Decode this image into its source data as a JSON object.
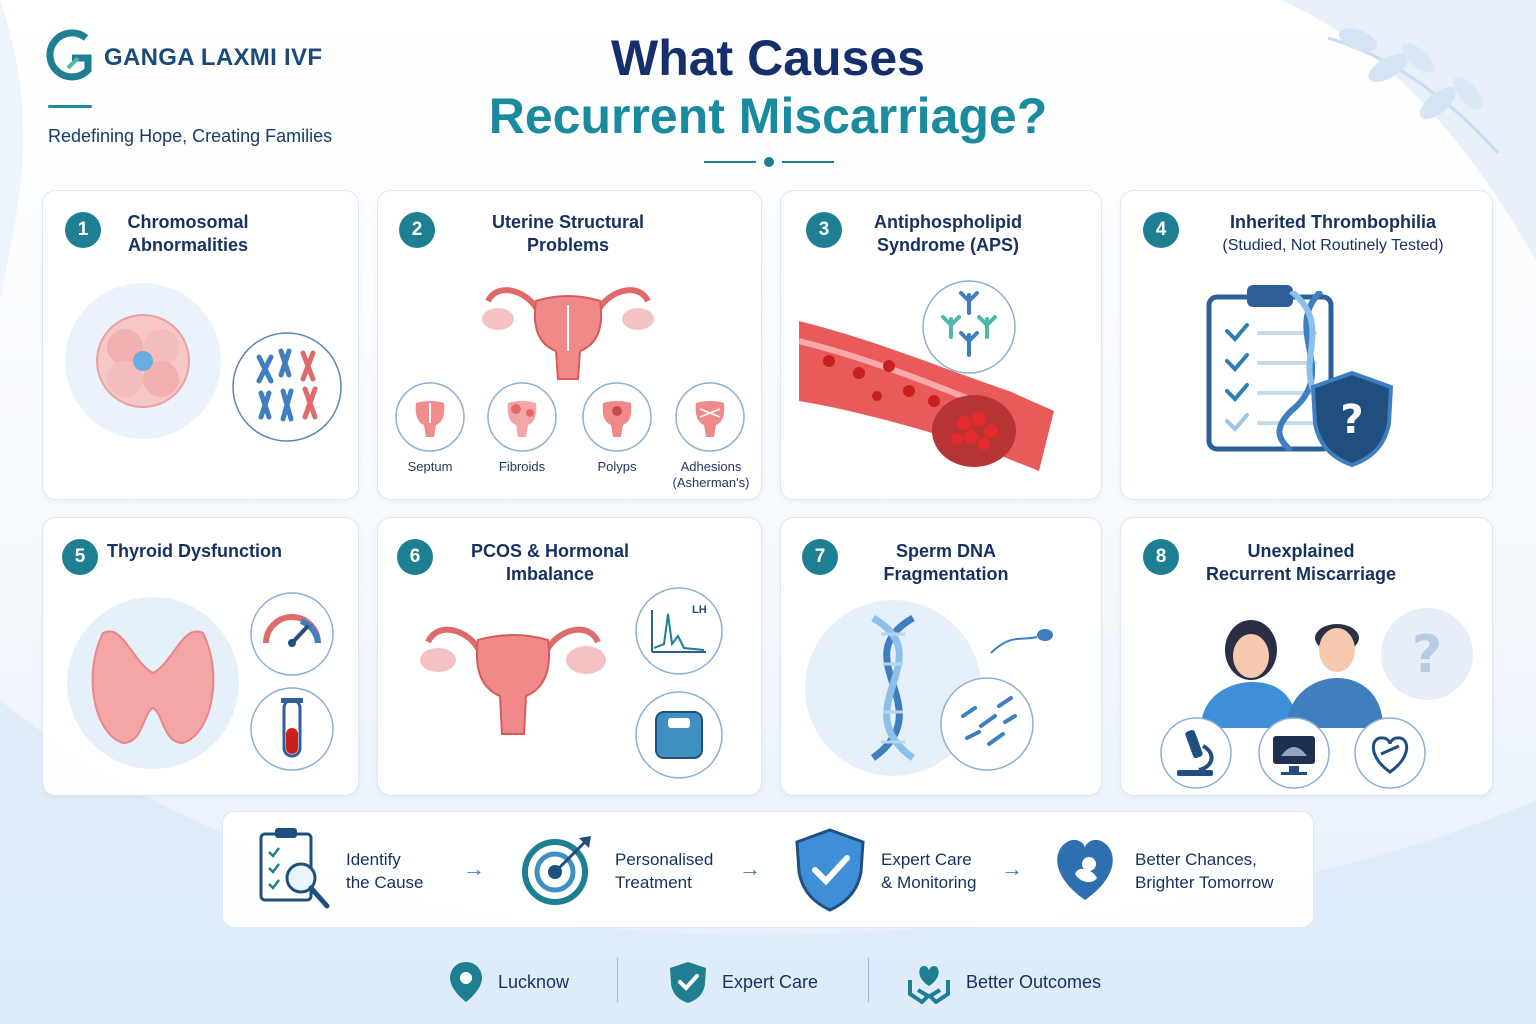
{
  "brand": {
    "name": "GANGA LAXMI IVF",
    "tagline": "Redefining Hope, Creating Families"
  },
  "title": {
    "line1": "What Causes",
    "line2": "Recurrent Miscarriage?"
  },
  "colors": {
    "navy": "#142f6b",
    "teal": "#1d7f91",
    "accent_red": "#e06a6a",
    "accent_blue": "#3a7fb0"
  },
  "causes": [
    {
      "number": "1",
      "title_line1": "Chromosomal",
      "title_line2": "Abnormalities",
      "icons": [
        "embryo-icon",
        "chromosome-icon"
      ]
    },
    {
      "number": "2",
      "title_line1": "Uterine Structural",
      "title_line2": "Problems",
      "icons": [
        "uterus-icon"
      ],
      "sub_items": [
        "Septum",
        "Fibroids",
        "Polyps",
        "Adhesions (Asherman's)"
      ]
    },
    {
      "number": "3",
      "title_line1": "Antiphospholipid",
      "title_line2": "Syndrome (APS)",
      "icons": [
        "blood-vessel-icon",
        "antibody-icon"
      ]
    },
    {
      "number": "4",
      "title_line1": "Inherited Thrombophilia",
      "title_line2": "(Studied, Not Routinely Tested)",
      "icons": [
        "clipboard-icon",
        "dna-icon",
        "shield-question-icon"
      ]
    },
    {
      "number": "5",
      "title_line1": "Thyroid Dysfunction",
      "title_line2": "",
      "icons": [
        "thyroid-icon",
        "gauge-icon",
        "test-tube-icon"
      ]
    },
    {
      "number": "6",
      "title_line1": "PCOS & Hormonal",
      "title_line2": "Imbalance",
      "icons": [
        "uterus-icon",
        "hormone-graph-icon",
        "weight-scale-icon"
      ],
      "graph_label": "LH"
    },
    {
      "number": "7",
      "title_line1": "Sperm DNA",
      "title_line2": "Fragmentation",
      "icons": [
        "dna-icon",
        "sperm-icon",
        "fragmented-dna-icon"
      ]
    },
    {
      "number": "8",
      "title_line1": "Unexplained",
      "title_line2": "Recurrent Miscarriage",
      "icons": [
        "couple-icon",
        "question-icon",
        "microscope-icon",
        "ultrasound-icon",
        "heart-icon"
      ]
    }
  ],
  "process": [
    {
      "line1": "Identify",
      "line2": "the Cause",
      "icon": "clipboard-search-icon"
    },
    {
      "line1": "Personalised",
      "line2": "Treatment",
      "icon": "target-icon"
    },
    {
      "line1": "Expert Care",
      "line2": "& Monitoring",
      "icon": "shield-check-icon"
    },
    {
      "line1": "Better Chances,",
      "line2": "Brighter Tomorrow",
      "icon": "heart-baby-icon"
    }
  ],
  "footer": [
    {
      "label": "Lucknow",
      "icon": "location-pin-icon"
    },
    {
      "label": "Expert Care",
      "icon": "shield-check-icon"
    },
    {
      "label": "Better Outcomes",
      "icon": "hands-heart-icon"
    }
  ]
}
